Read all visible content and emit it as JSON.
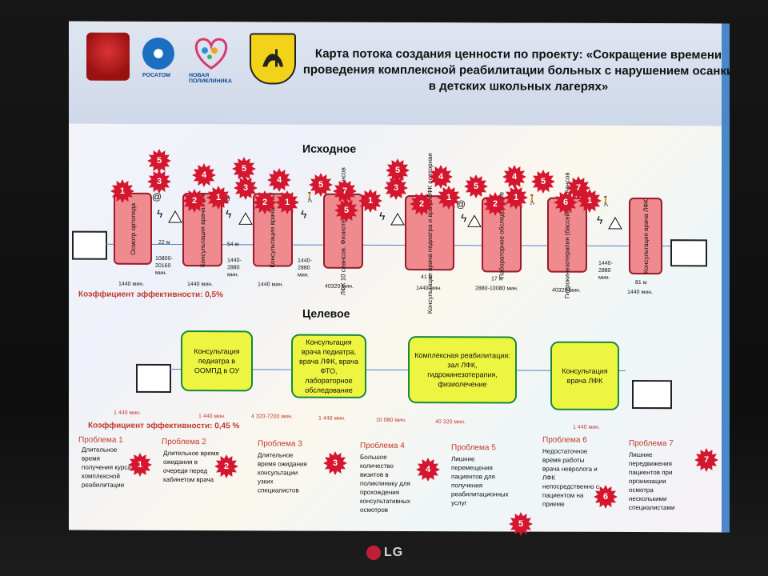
{
  "title": "Карта потока создания ценности по проекту: «Сокращение времени проведения комплексной реабилитации больных с нарушением осанки в детских школьных лагерях»",
  "logos": {
    "rosatom": "РОСАТОМ",
    "family": "НОВАЯ ПОЛИКЛИНИКА"
  },
  "initial": {
    "heading": "Исходное",
    "boxes": [
      "Осмотр ортопеда",
      "Консультация врача ЛФК",
      "Консультация врача ФТО",
      "ЛФК 10 сеансов. Физиотерапия 10 сеансов",
      "Консультация врача педиатра и врача ЛФК повторная",
      "Лабораторное обследование",
      "Гидрокинезотерапия (бассейн) 10 сеансов",
      "Консультация врача ЛФК"
    ],
    "gaps": [
      "22 м",
      "10800-20160 мин.",
      "54 м",
      "1440-2880 мин.",
      "1440-2880 мин.",
      "41 м",
      "17 м",
      "1440-2880 мин.",
      "81 м"
    ],
    "times": [
      "1440 мин.",
      "1440 мин.",
      "1440 мин.",
      "40320 мин.",
      "1440 мин.",
      "2880-10080 мин.",
      "40320 мин.",
      "1440 мин."
    ],
    "efficiency": "Коэффициент эффективности: 0,5%"
  },
  "target": {
    "heading": "Целевое",
    "boxes": [
      "Консультация педиатра в ООМПД в ОУ",
      "Консультация врача педиатра, врача ЛФК, врача ФТО, лабораторное обследование",
      "Комплексная реабилитация: зал ЛФК, гидрокинезотерапия, физиолечение",
      "Консультация врача ЛФК"
    ],
    "times": [
      "1 440 мин.",
      "1 440 мин.",
      "4 320-7200 мин.",
      "1 440 мин.",
      "10 080 мин.",
      "40 320 мин.",
      "1 440 мин."
    ],
    "efficiency": "Коэффициент эффективности: 0,45 %"
  },
  "problems": [
    {
      "title": "Проблема 1",
      "text": "Длительное время получения курса комплексной реабилитации"
    },
    {
      "title": "Проблема 2",
      "text": "Длительное время ожидания в очереди перед кабинетом врача"
    },
    {
      "title": "Проблема 3",
      "text": "Длительное время ожидания консультации узких специалистов"
    },
    {
      "title": "Проблема 4",
      "text": "Большое количество визитов в поликлинику для прохождения консультативных осмотров"
    },
    {
      "title": "Проблема 5",
      "text": "Лишние перемещения пациентов для получения реабилитационных услуг"
    },
    {
      "title": "Проблема 6",
      "text": "Недостаточное время работы врача невролога и ЛФК непосредственно с пациентом на приеме"
    },
    {
      "title": "Проблема 7",
      "text": "Лишние передвижения пациентов при организации осмотра несколькими специалистами"
    }
  ],
  "badges": [
    "1",
    "2",
    "3",
    "4",
    "5",
    "6",
    "7"
  ],
  "monitor_brand": "LG",
  "colors": {
    "box_red": "#ef8a8f",
    "box_yellow": "#eef540",
    "star": "#d4162e",
    "stripe": "#4a87c8"
  }
}
